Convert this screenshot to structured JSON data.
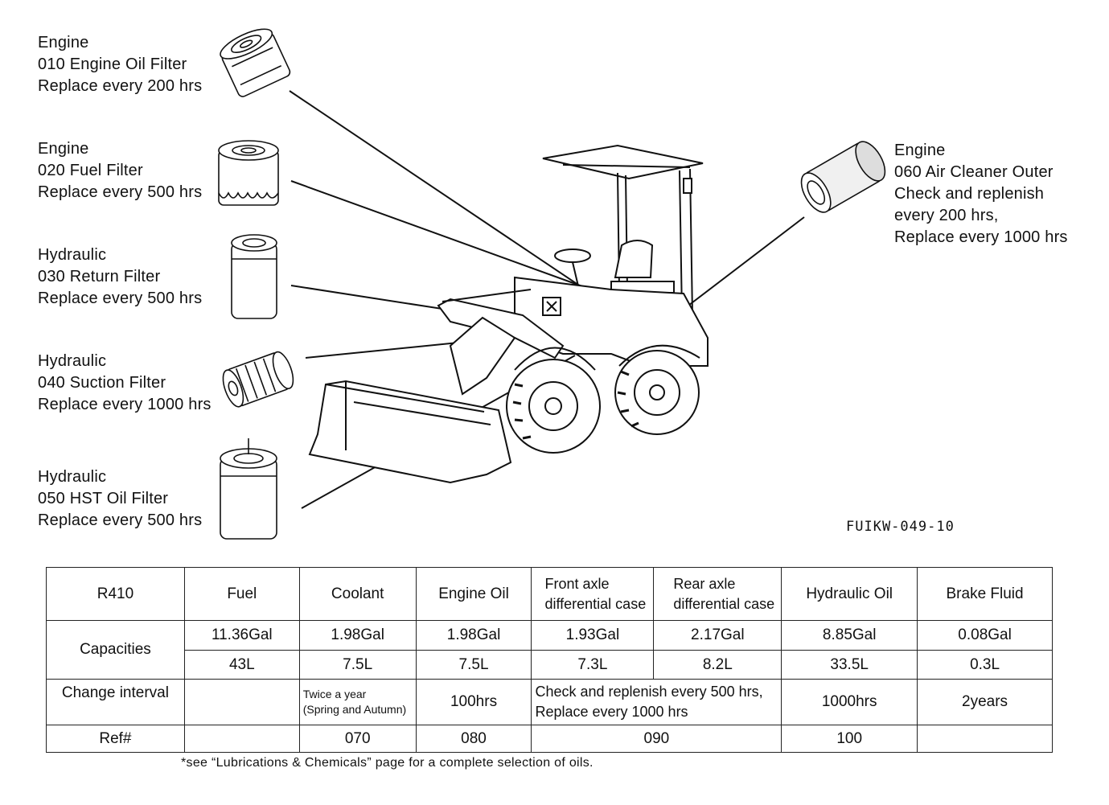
{
  "callouts": {
    "c010": {
      "group": "Engine",
      "item": "010 Engine Oil Filter",
      "interval": "Replace every 200 hrs"
    },
    "c020": {
      "group": "Engine",
      "item": "020 Fuel Filter",
      "interval": "Replace every 500 hrs"
    },
    "c030": {
      "group": "Hydraulic",
      "item": "030 Return Filter",
      "interval": "Replace every 500 hrs"
    },
    "c040": {
      "group": "Hydraulic",
      "item": "040 Suction Filter",
      "interval": "Replace every 1000 hrs"
    },
    "c050": {
      "group": "Hydraulic",
      "item": "050 HST Oil Filter",
      "interval": "Replace every 500 hrs"
    },
    "c060": {
      "group": "Engine",
      "item": "060 Air Cleaner Outer",
      "interval1": "Check and replenish",
      "interval2": "every 200 hrs,",
      "interval3": "Replace every 1000 hrs"
    }
  },
  "figure_code": "FUIKW-049-10",
  "table": {
    "model": "R410",
    "headers": {
      "fuel": "Fuel",
      "coolant": "Coolant",
      "engine_oil": "Engine Oil",
      "front_axle_1": "Front axle",
      "front_axle_2": "differential case",
      "rear_axle_1": "Rear axle",
      "rear_axle_2": "differential case",
      "hydraulic": "Hydraulic Oil",
      "brake": "Brake Fluid"
    },
    "capacities_label": "Capacities",
    "gal": {
      "fuel": "11.36Gal",
      "coolant": "1.98Gal",
      "engine_oil": "1.98Gal",
      "front": "1.93Gal",
      "rear": "2.17Gal",
      "hydraulic": "8.85Gal",
      "brake": "0.08Gal"
    },
    "liters": {
      "fuel": "43L",
      "coolant": "7.5L",
      "engine_oil": "7.5L",
      "front": "7.3L",
      "rear": "8.2L",
      "hydraulic": "33.5L",
      "brake": "0.3L"
    },
    "change_label": "Change interval",
    "change": {
      "coolant_1": "Twice a year",
      "coolant_2": "(Spring and Autumn)",
      "engine_oil": "100hrs",
      "axle_1": "Check and replenish every 500 hrs,",
      "axle_2": "Replace every 1000 hrs",
      "hydraulic": "1000hrs",
      "brake": "2years"
    },
    "ref_label": "Ref#",
    "ref": {
      "coolant": "070",
      "engine_oil": "080",
      "axle": "090",
      "hydraulic": "100"
    }
  },
  "footnote": "*see “Lubrications & Chemicals” page for a complete selection of oils."
}
